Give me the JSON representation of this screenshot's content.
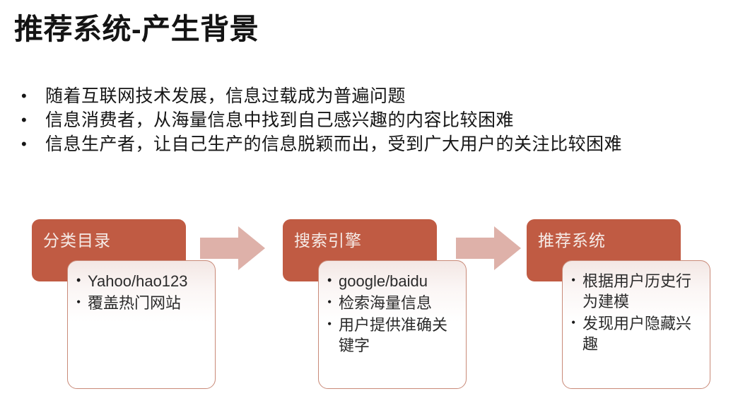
{
  "slide": {
    "title": "推荐系统-产生背景",
    "bullet_marker": "•",
    "bullets": [
      "随着互联网技术发展，信息过载成为普遍问题",
      "信息消费者，从海量信息中找到自己感兴趣的内容比较困难",
      "信息生产者，让自己生产的信息脱颖而出，受到广大用户的关注比较困难"
    ]
  },
  "colors": {
    "header_fill": "#c05b43",
    "header_text": "#f6ece8",
    "card_border": "#c98a78",
    "arrow_fill": "#deb1a9",
    "background": "#ffffff",
    "body_text": "#2b2b2b"
  },
  "diagram": {
    "card_bullet": "•",
    "arrow_icon": "arrow-right-icon",
    "stages": [
      {
        "header": "分类目录",
        "items": [
          "Yahoo/hao123",
          "覆盖热门网站"
        ]
      },
      {
        "header": "搜索引擎",
        "items": [
          "google/baidu",
          "检索海量信息",
          "用户提供准确关键字"
        ]
      },
      {
        "header": "推荐系统",
        "items": [
          "根据用户历史行为建模",
          "发现用户隐藏兴趣"
        ]
      }
    ]
  }
}
